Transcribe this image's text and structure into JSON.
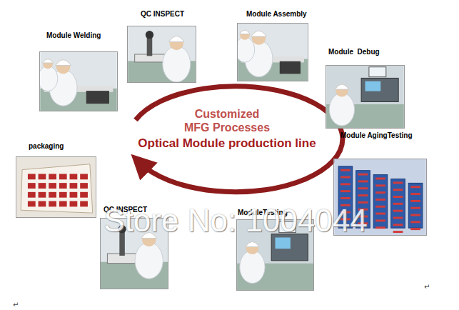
{
  "diagram": {
    "nodes": [
      {
        "text": [
          "Module Welding"
        ]
      },
      {
        "text": [
          "QC INSPECT"
        ]
      },
      {
        "text": [
          "Module Assembly"
        ]
      },
      {
        "text": [
          "Module  Debug"
        ]
      },
      {
        "text": [
          "Module AgingTesting"
        ]
      },
      {
        "text": [
          "ModuleTesting"
        ]
      },
      {
        "text": [
          "QC INSPECT"
        ]
      },
      {
        "text": [
          "packaging"
        ]
      }
    ],
    "labels": [
      "Customized MFG Processes",
      "Optical Module production line",
      "Store No: 1004044",
      "↵",
      "↵"
    ]
  }
}
